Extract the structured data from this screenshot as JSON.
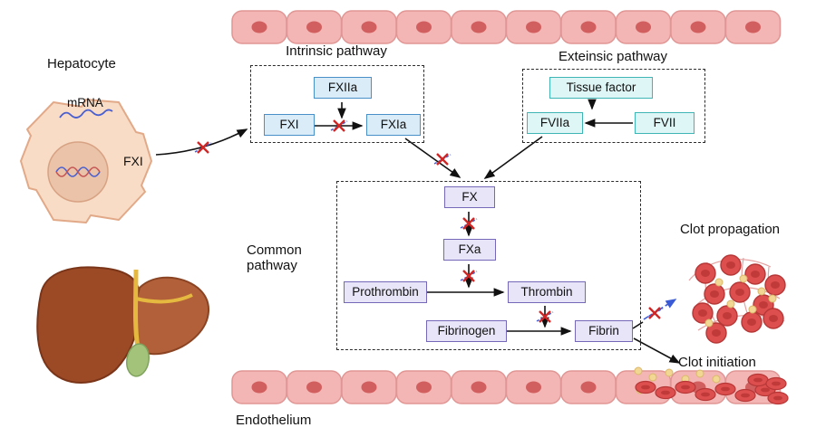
{
  "labels": {
    "hepatocyte": "Hepatocyte",
    "mrna": "mRNA",
    "fxi_gene": "FXI",
    "intrinsic_pathway": "Intrinsic pathway",
    "extrinsic_pathway": "Exteinsic pathway",
    "common_pathway": "Common\npathway",
    "clot_propagation": "Clot propagation",
    "clot_initiation": "Clot initiation",
    "endothelium": "Endothelium"
  },
  "nodes": {
    "fxiia": "FXIIa",
    "fxi": "FXI",
    "fxia": "FXIa",
    "tissue_factor": "Tissue factor",
    "fviia": "FVIIa",
    "fvii": "FVII",
    "fx": "FX",
    "fxa": "FXa",
    "prothrombin": "Prothrombin",
    "thrombin": "Thrombin",
    "fibrinogen": "Fibrinogen",
    "fibrin": "Fibrin"
  },
  "colors": {
    "intrinsic_fill": "#d9ecf8",
    "intrinsic_border": "#4a90c8",
    "extrinsic_fill": "#dff6f6",
    "extrinsic_border": "#3fb5b5",
    "common_fill": "#e9e5f9",
    "common_border": "#7668b8",
    "inhibition_x": "#cf2626",
    "inhibition_dash": "#3b5bd6",
    "endothelium_cell": "#f4b6b4",
    "cell_nucleus": "#d15f5f",
    "red_blood_cell": "#dd4f4f",
    "platelet": "#f2d694",
    "liver": "#9c4a26",
    "gallbladder": "#a3c37b"
  }
}
